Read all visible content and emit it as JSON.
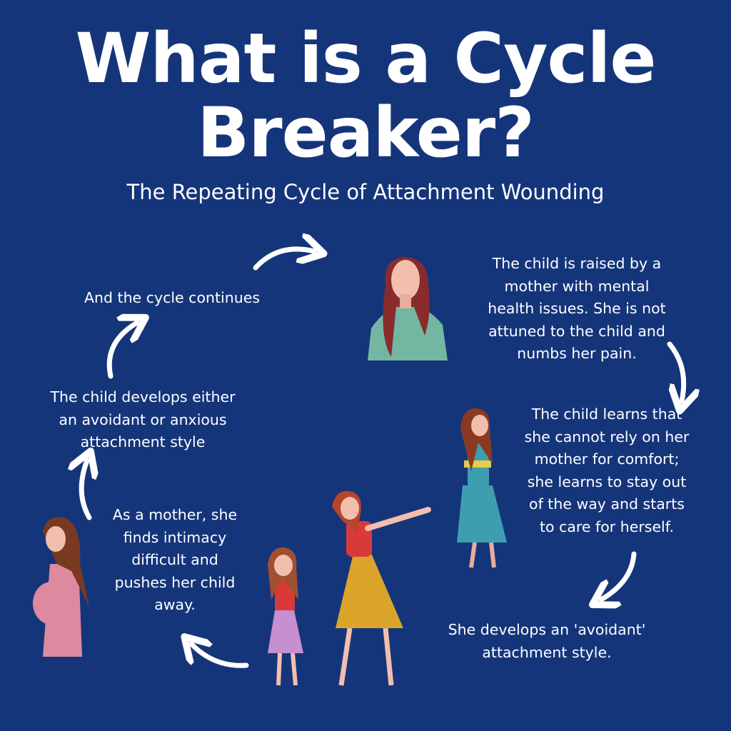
{
  "title": {
    "line1": "What is a Cycle",
    "line2": "Breaker?"
  },
  "subtitle": "The Repeating Cycle of Attachment Wounding",
  "steps": [
    "The child is raised by a\nmother with mental\nhealth issues. She is not\nattuned to the child and\nnumbs her pain.",
    "The child learns that\nshe cannot rely on her\nmother for comfort;\nshe learns to stay out\nof the way and starts\nto care for herself.",
    "She develops an 'avoidant'\nattachment style.",
    "As a mother, she\nfinds intimacy\ndifficult and\npushes her child\naway.",
    "The child develops either\nan avoidant or anxious\nattachment style",
    "And the cycle continues"
  ],
  "colors": {
    "background": "#15357b",
    "text": "#ffffff"
  }
}
